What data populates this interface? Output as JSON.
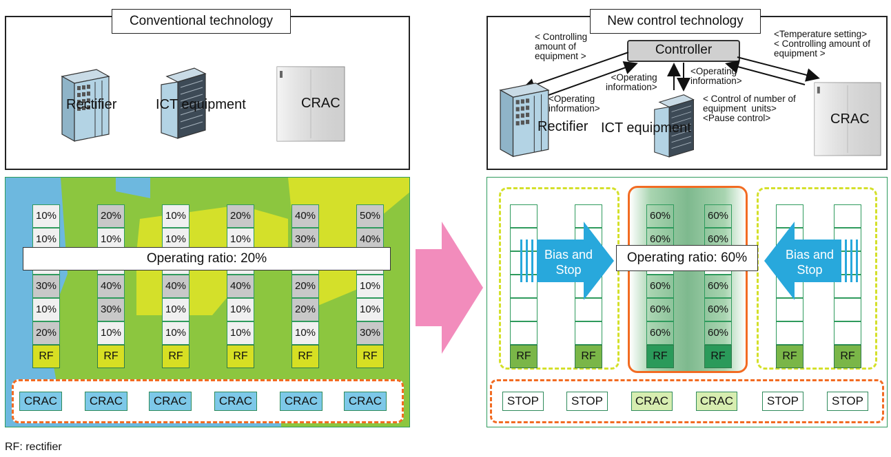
{
  "left": {
    "title": "Conventional technology",
    "devices": {
      "rectifier": "Rectifier",
      "ict": "ICT equipment",
      "crac": "CRAC"
    },
    "ratio_label": "Operating ratio: 20%",
    "racks": [
      {
        "cells": [
          "10%",
          "10%",
          "",
          "30%",
          "10%",
          "20%"
        ],
        "rf": "RF"
      },
      {
        "cells": [
          "20%",
          "10%",
          "",
          "40%",
          "30%",
          "10%"
        ],
        "rf": "RF"
      },
      {
        "cells": [
          "10%",
          "10%",
          "",
          "40%",
          "10%",
          "10%"
        ],
        "rf": "RF"
      },
      {
        "cells": [
          "20%",
          "10%",
          "",
          "40%",
          "10%",
          "10%"
        ],
        "rf": "RF"
      },
      {
        "cells": [
          "40%",
          "30%",
          "",
          "20%",
          "20%",
          "10%"
        ],
        "rf": "RF"
      },
      {
        "cells": [
          "50%",
          "40%",
          "",
          "10%",
          "10%",
          "30%"
        ],
        "rf": "RF"
      }
    ],
    "cracs": [
      "CRAC",
      "CRAC",
      "CRAC",
      "CRAC",
      "CRAC",
      "CRAC"
    ]
  },
  "right": {
    "title": "New control technology",
    "controller": "Controller",
    "devices": {
      "rectifier": "Rectifier",
      "ict": "ICT equipment",
      "crac": "CRAC"
    },
    "annotations": {
      "ctrl_amount_left": "< Controlling\namount of\nequipment >",
      "op_info_rect": "<Operating\ninformation>",
      "op_info_mid_left": "<Operating\ninformation>",
      "op_info_mid_right": "<Operating\ninformation>",
      "control_units": "< Control of number of\nequipment  units>\n<Pause control>",
      "temp_setting": "<Temperature setting>\n< Controlling amount of\nequipment >"
    },
    "bias_left": "Bias and\nStop",
    "bias_right": "Bias and\nStop",
    "ratio_label": "Operating ratio: 60%",
    "racks": [
      {
        "cells": [
          "",
          "",
          "",
          "",
          "",
          ""
        ],
        "rf": "RF"
      },
      {
        "cells": [
          "",
          "",
          "",
          "",
          "",
          ""
        ],
        "rf": "RF"
      },
      {
        "cells": [
          "60%",
          "60%",
          "",
          "60%",
          "60%",
          "60%"
        ],
        "rf": "RF"
      },
      {
        "cells": [
          "60%",
          "60%",
          "",
          "60%",
          "60%",
          "60%"
        ],
        "rf": "RF"
      },
      {
        "cells": [
          "",
          "",
          "",
          "",
          "",
          ""
        ],
        "rf": "RF"
      },
      {
        "cells": [
          "",
          "",
          "",
          "",
          "",
          ""
        ],
        "rf": "RF"
      }
    ],
    "cracs": [
      "STOP",
      "STOP",
      "CRAC",
      "CRAC",
      "STOP",
      "STOP"
    ]
  },
  "footnote": "RF: rectifier",
  "colors": {
    "blue_bg": "#6db8df",
    "green_bg": "#8cc63f",
    "yellow_bg": "#d4e02a",
    "rf_yellow": "#d7df23",
    "rf_green": "#7ab648",
    "rf_dark": "#2a9a5a",
    "crac_blue": "#7dc8e8",
    "crac_lightgreen": "#d7edb0",
    "orange": "#f26b22",
    "arrow_blue": "#28a8dc",
    "pink": "#f28cbc"
  }
}
